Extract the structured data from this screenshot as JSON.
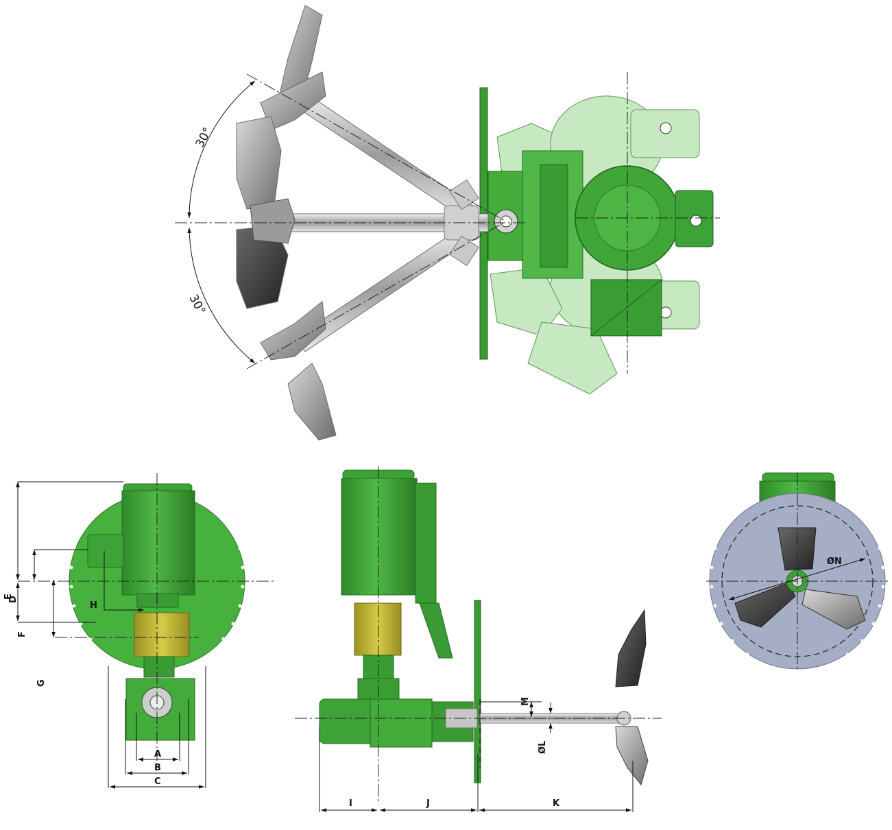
{
  "angles": {
    "upper": "30°",
    "lower": "30°"
  },
  "dimensions": {
    "A": "A",
    "B": "B",
    "C": "C",
    "D": "D",
    "E": "E",
    "F": "F",
    "G": "G",
    "H": "H",
    "I": "I",
    "J": "J",
    "K": "K",
    "L": "ØL",
    "M": "M",
    "N": "ØN"
  },
  "colors": {
    "motor_green": "#3ea336",
    "green_dark": "#2a7a24",
    "green_ghost": "#a9dca0",
    "coupling_yellow": "#bfb42e",
    "shaft_gray": "#b9b9b9",
    "blade_dark": "#3c3c3c",
    "plate_gray": "#a6aec6"
  }
}
